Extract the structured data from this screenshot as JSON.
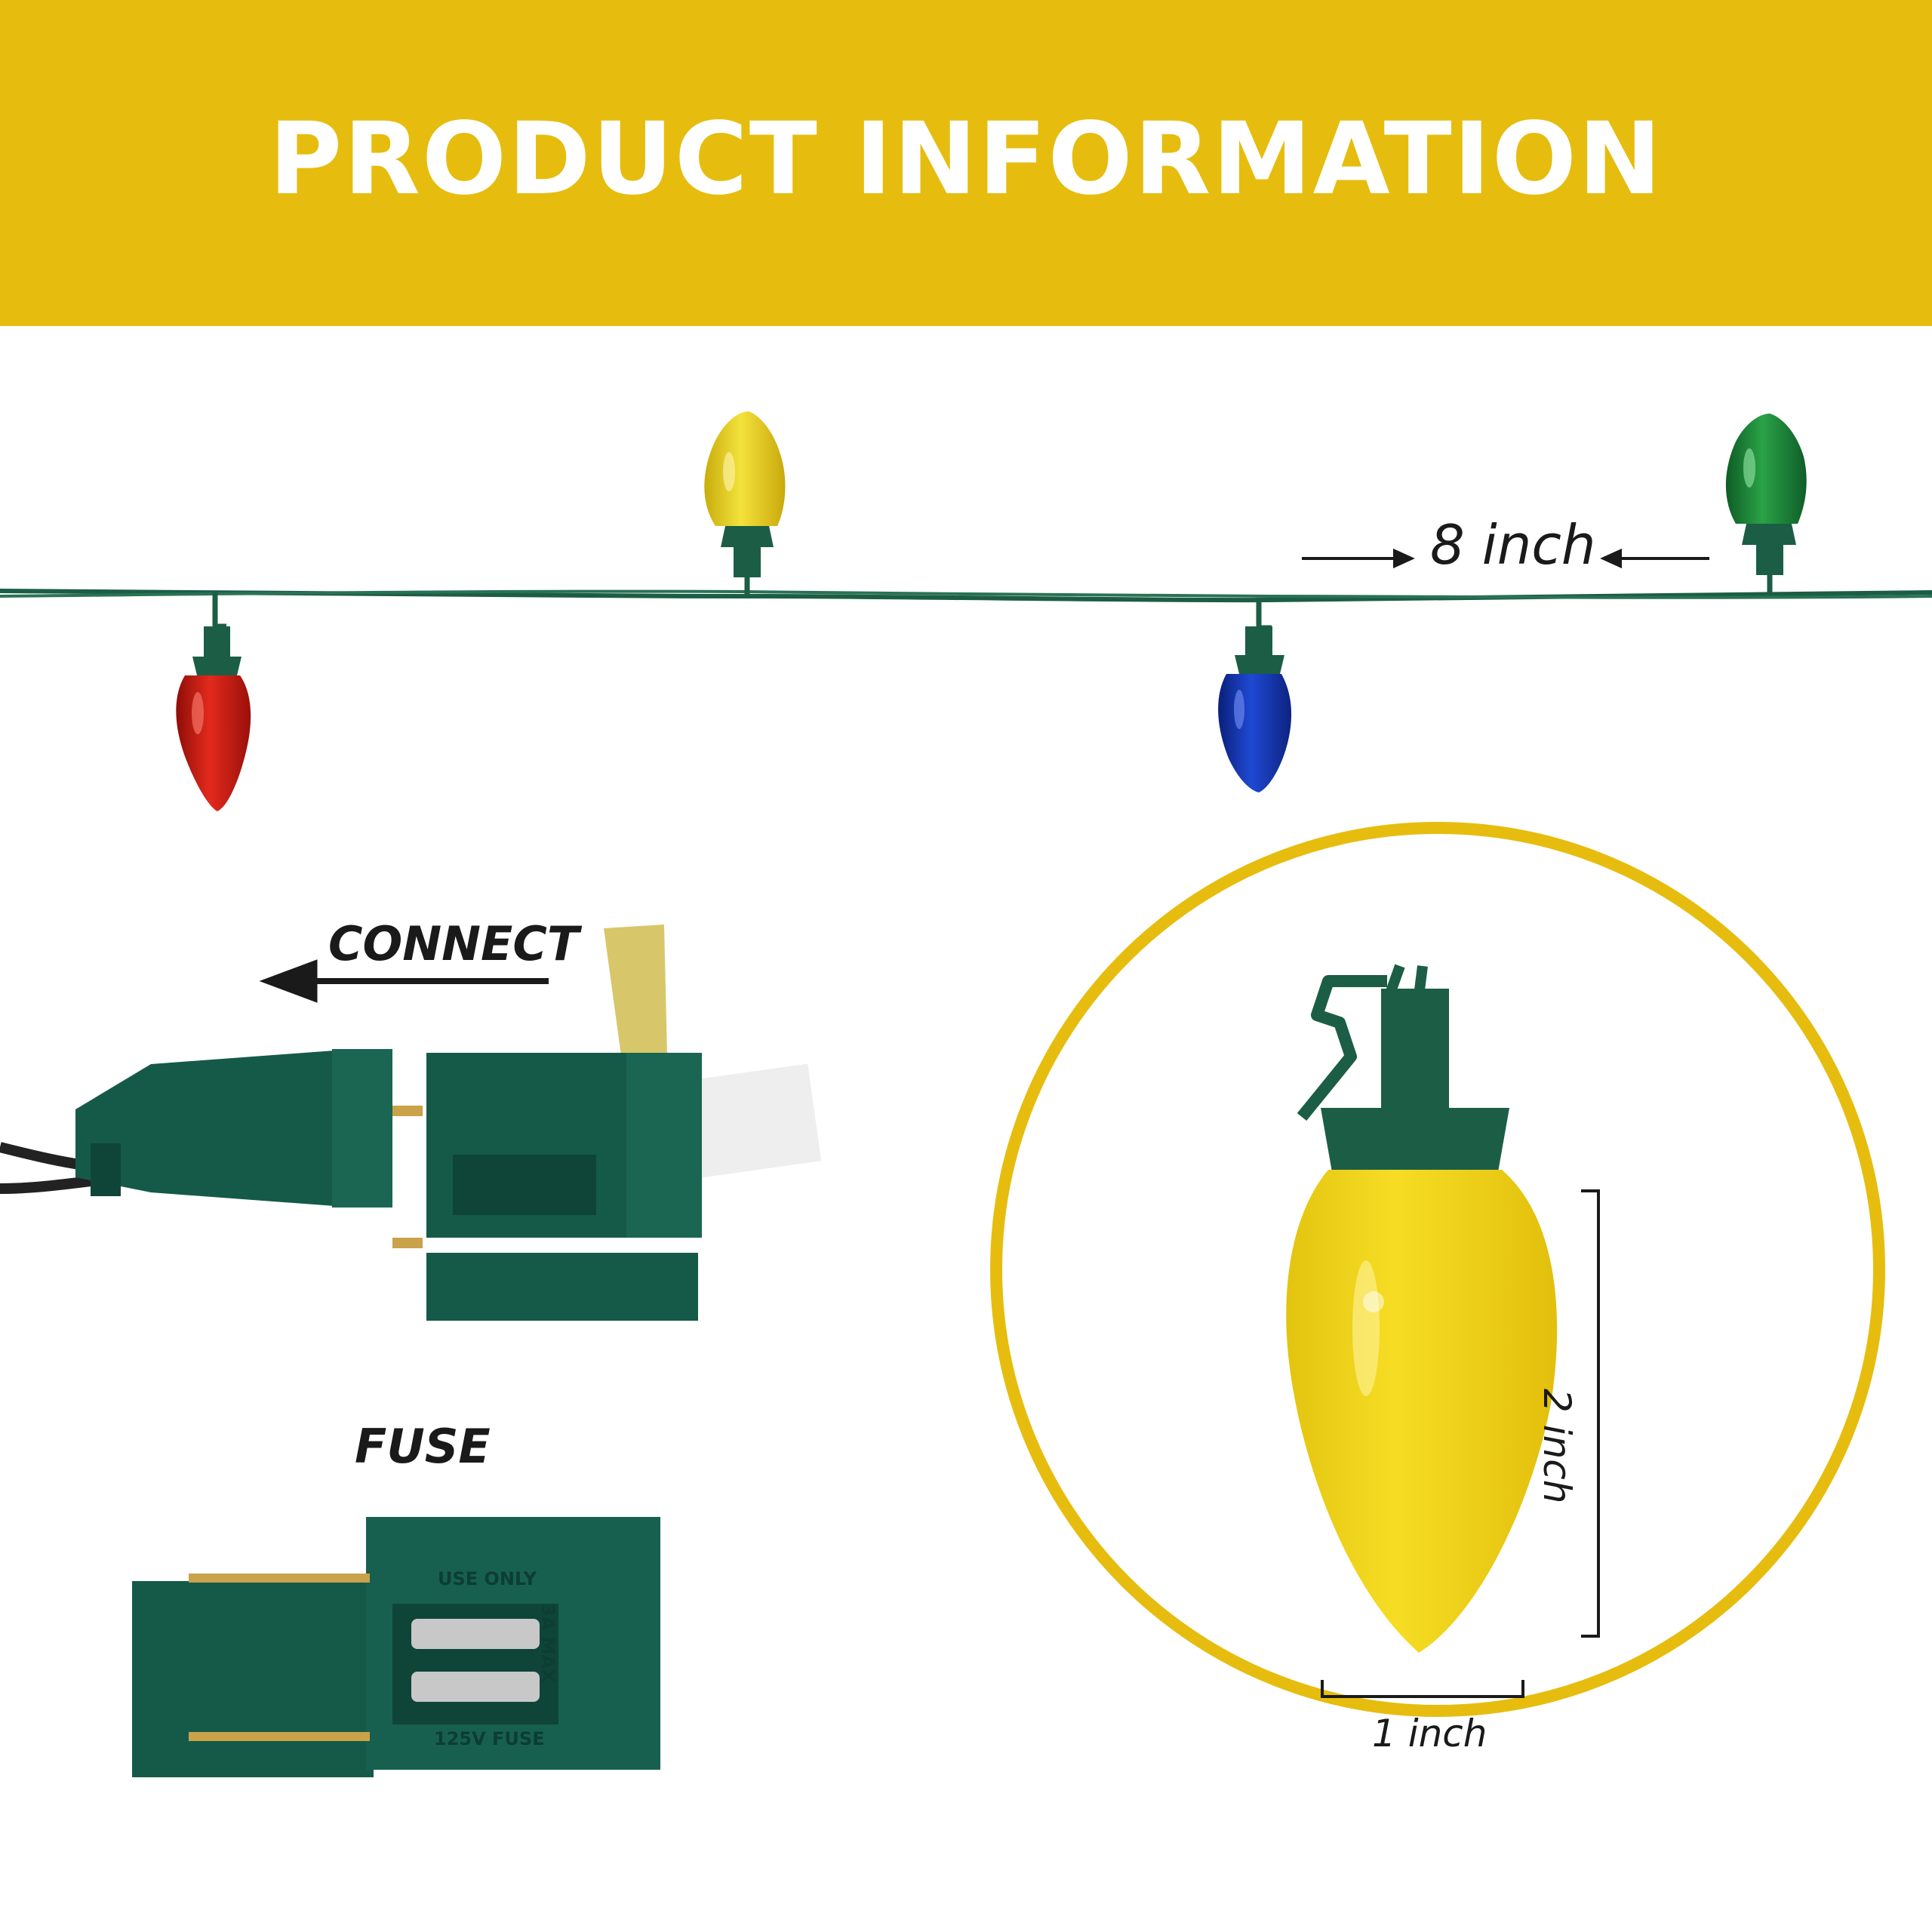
{
  "banner": {
    "title": "PRODUCT INFORMATION",
    "color": "#e6bd0e"
  },
  "string_lights": {
    "spacing_label": "8 inch",
    "bulb_colors": [
      "#cc1a12",
      "#e9d21a",
      "#1235b8",
      "#1f8a3a"
    ],
    "wire_color": "#1b5e45"
  },
  "connector": {
    "label": "CONNECT",
    "fuse_label": "FUSE",
    "plug_text_use_only": "USE ONLY",
    "plug_text_amp": "3A MAX",
    "plug_text_fuse": "125V FUSE",
    "plug_color": "#155a48"
  },
  "bulb_detail": {
    "width_label": "1 inch",
    "height_label": "2 inch",
    "ring_color": "#e6bd0e",
    "bulb_color": "#f2d61c"
  }
}
